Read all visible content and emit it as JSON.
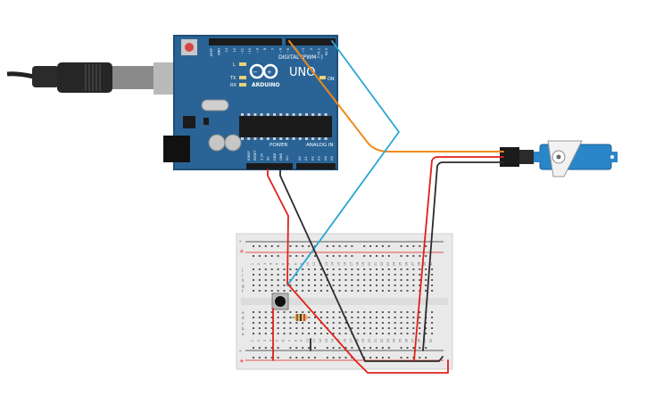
{
  "board": {
    "logo_text": "ARDUINO",
    "model": "UNO",
    "digital_label": "DIGITAL (PWM~)",
    "power_label": "POWER",
    "analog_label": "ANALOG IN",
    "on_label": "ON",
    "led_labels": [
      "L",
      "TX",
      "RX"
    ],
    "tx_rx_label": "TX RX",
    "digital_pins": [
      "AREF",
      "GND",
      "13",
      "12",
      "~11",
      "~10",
      "~9",
      "8",
      "7",
      "~6",
      "~5",
      "4",
      "~3",
      "2",
      "TX 1",
      "RX 0"
    ],
    "power_pins": [
      "IOREF",
      "RESET",
      "3.3V",
      "5V",
      "GND",
      "GND",
      "Vin"
    ],
    "analog_pins": [
      "A0",
      "A1",
      "A2",
      "A3",
      "A4",
      "A5"
    ],
    "colors": {
      "pcb": "#2a6496",
      "pcb_edge": "#1f4f78"
    }
  },
  "breadboard": {
    "rail_plus": "+",
    "rail_minus": "-",
    "row_letters_top": [
      "j",
      "i",
      "h",
      "g",
      "f"
    ],
    "row_letters_bottom": [
      "e",
      "d",
      "c",
      "b",
      "a"
    ],
    "column_numbers": [
      "1",
      "2",
      "3",
      "4",
      "5",
      "6",
      "7",
      "8",
      "9",
      "10",
      "11",
      "12",
      "13",
      "14",
      "15",
      "16",
      "17",
      "18",
      "19",
      "20",
      "21",
      "22",
      "23",
      "24",
      "25",
      "26",
      "27",
      "28",
      "29",
      "30"
    ]
  },
  "wire_colors": {
    "red": "#e0201b",
    "black": "#2b2b2b",
    "orange": "#f08a1a",
    "blue": "#2aa6d8"
  },
  "components": {
    "usb": "usb-cable",
    "servo": "micro-servo",
    "button": "pushbutton",
    "resistor": "resistor"
  }
}
